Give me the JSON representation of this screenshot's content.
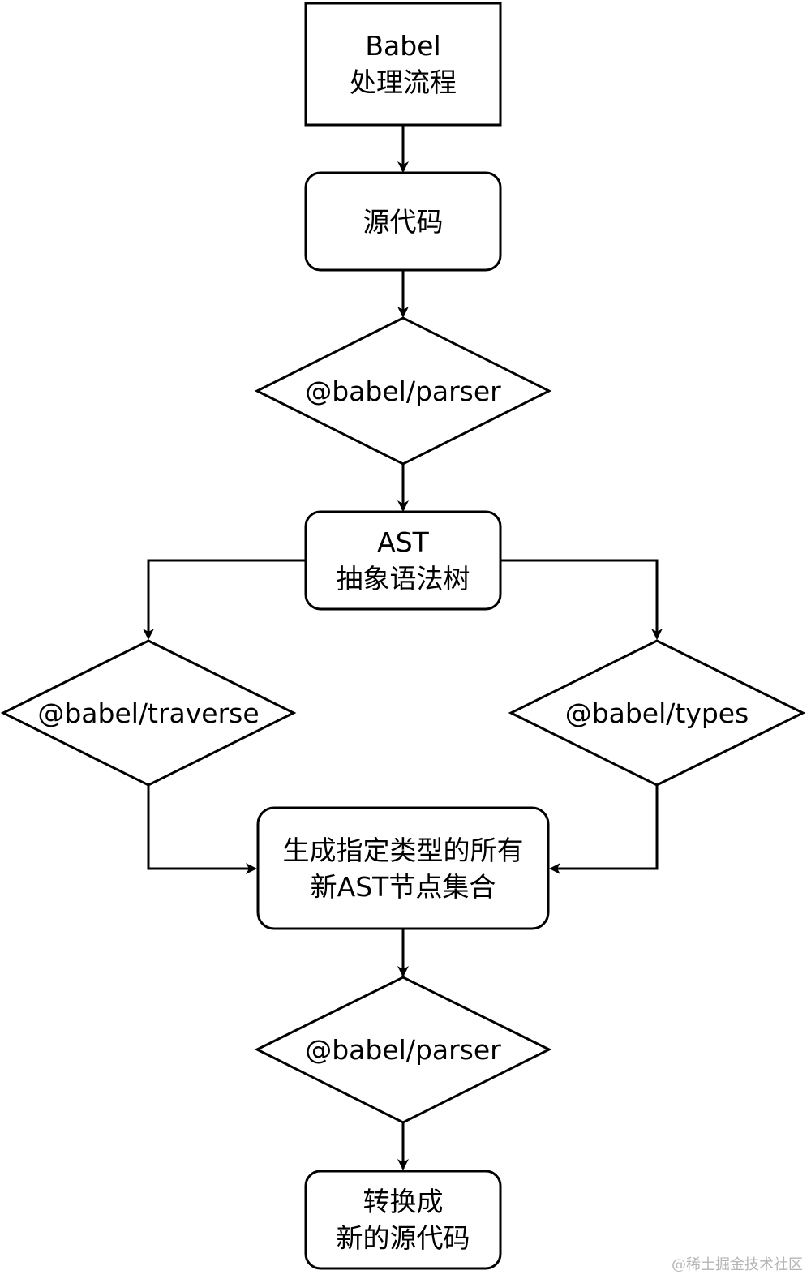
{
  "diagram": {
    "nodes": {
      "babel_flow": {
        "lines": [
          "Babel",
          "处理流程"
        ]
      },
      "source_code": {
        "lines": [
          "源代码"
        ]
      },
      "parser_1": {
        "lines": [
          "@babel/parser"
        ]
      },
      "ast": {
        "lines": [
          "AST",
          "抽象语法树"
        ]
      },
      "traverse": {
        "lines": [
          "@babel/traverse"
        ]
      },
      "types": {
        "lines": [
          "@babel/types"
        ]
      },
      "new_ast_nodes": {
        "lines": [
          "生成指定类型的所有",
          "新AST节点集合"
        ]
      },
      "parser_2": {
        "lines": [
          "@babel/parser"
        ]
      },
      "new_source_code": {
        "lines": [
          "转换成",
          "新的源代码"
        ]
      }
    },
    "colors": {
      "stroke": "#000000",
      "fill": "#ffffff",
      "text": "#000000"
    }
  },
  "watermark": "@稀土掘金技术社区"
}
